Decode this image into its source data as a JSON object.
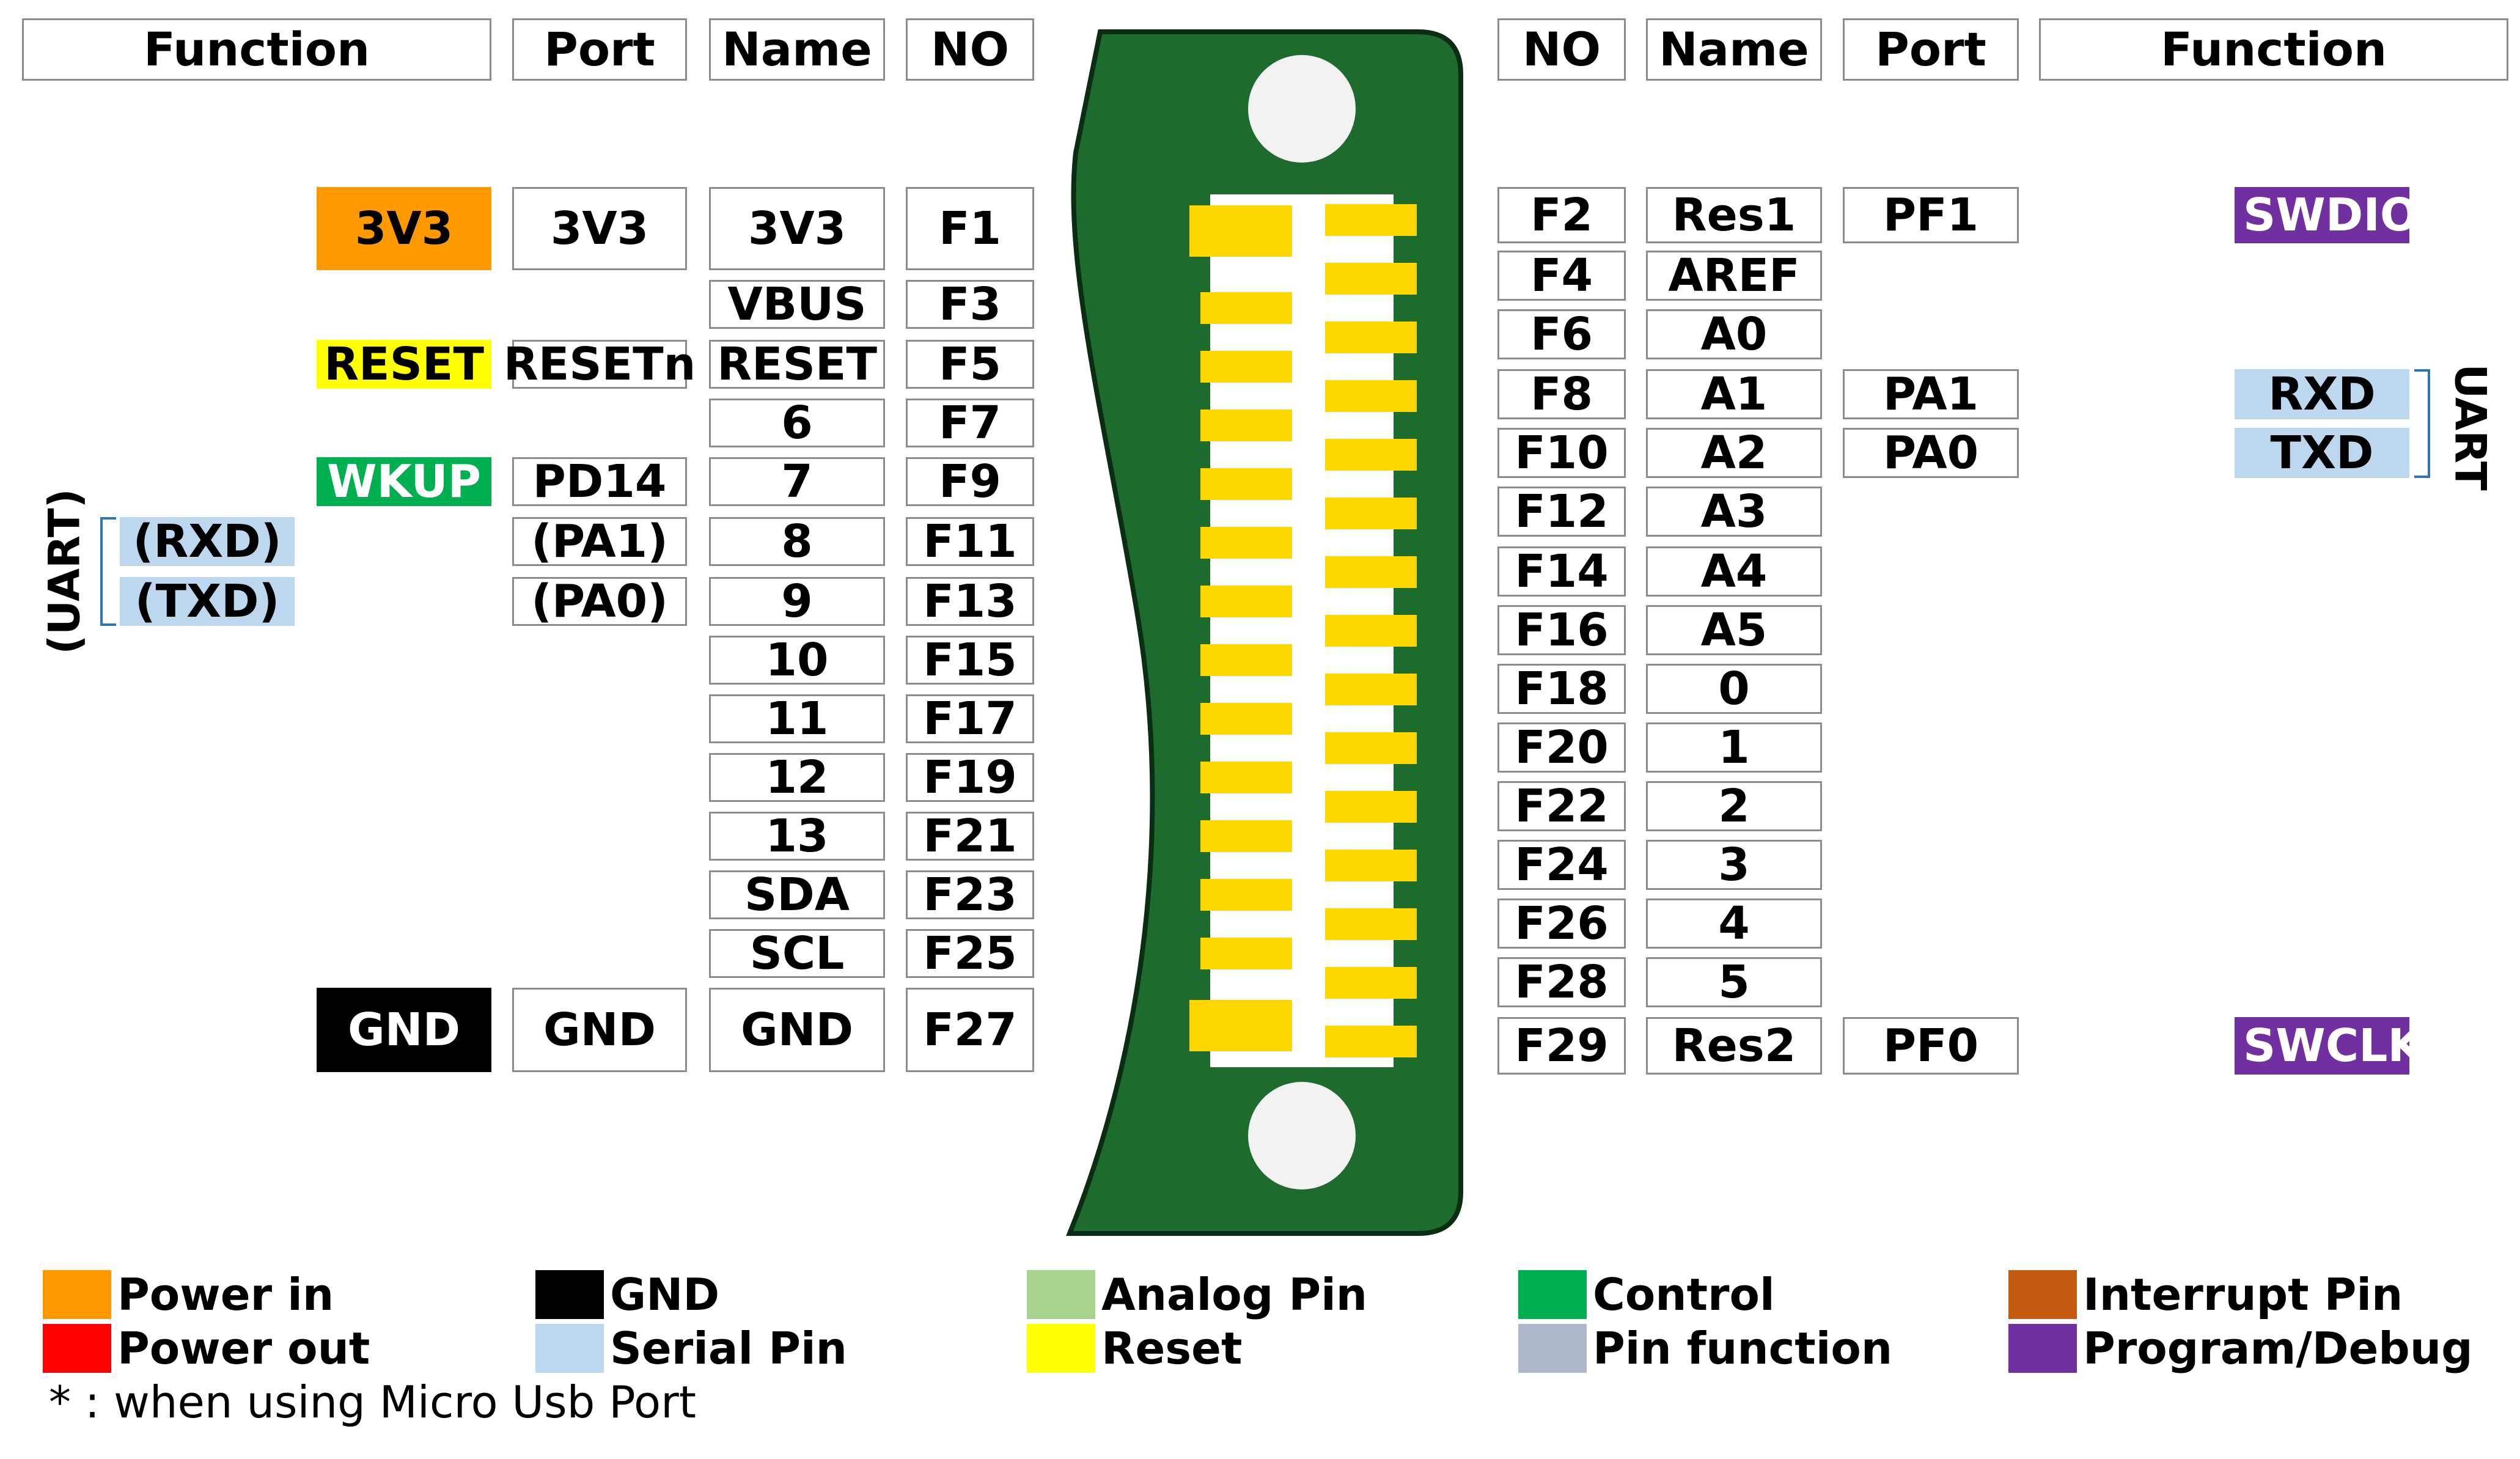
{
  "headers": {
    "left": {
      "function": "Function",
      "port": "Port",
      "name": "Name",
      "no": "NO"
    },
    "right": {
      "no": "NO",
      "name": "Name",
      "port": "Port",
      "function": "Function"
    }
  },
  "left_pins": [
    {
      "no": "F1",
      "name": "3V3",
      "port": "3V3",
      "function": "3V3"
    },
    {
      "no": "F3",
      "name": "VBUS",
      "port": "",
      "function": ""
    },
    {
      "no": "F5",
      "name": "RESET",
      "port": "RESETn",
      "function": "RESET"
    },
    {
      "no": "F7",
      "name": "6",
      "port": "",
      "function": ""
    },
    {
      "no": "F9",
      "name": "7",
      "port": "PD14",
      "function": "WKUP"
    },
    {
      "no": "F11",
      "name": "8",
      "port": "(PA1)",
      "function": "(RXD)"
    },
    {
      "no": "F13",
      "name": "9",
      "port": "(PA0)",
      "function": "(TXD)"
    },
    {
      "no": "F15",
      "name": "10",
      "port": "",
      "function": ""
    },
    {
      "no": "F17",
      "name": "11",
      "port": "",
      "function": ""
    },
    {
      "no": "F19",
      "name": "12",
      "port": "",
      "function": ""
    },
    {
      "no": "F21",
      "name": "13",
      "port": "",
      "function": ""
    },
    {
      "no": "F23",
      "name": "SDA",
      "port": "",
      "function": ""
    },
    {
      "no": "F25",
      "name": "SCL",
      "port": "",
      "function": ""
    },
    {
      "no": "F27",
      "name": "GND",
      "port": "GND",
      "function": "GND"
    }
  ],
  "right_pins": [
    {
      "no": "F2",
      "name": "Res1",
      "port": "PF1",
      "function": "SWDIO"
    },
    {
      "no": "F4",
      "name": "AREF",
      "port": "",
      "function": ""
    },
    {
      "no": "F6",
      "name": "A0",
      "port": "",
      "function": ""
    },
    {
      "no": "F8",
      "name": "A1",
      "port": "PA1",
      "function": "RXD"
    },
    {
      "no": "F10",
      "name": "A2",
      "port": "PA0",
      "function": "TXD"
    },
    {
      "no": "F12",
      "name": "A3",
      "port": "",
      "function": ""
    },
    {
      "no": "F14",
      "name": "A4",
      "port": "",
      "function": ""
    },
    {
      "no": "F16",
      "name": "A5",
      "port": "",
      "function": ""
    },
    {
      "no": "F18",
      "name": "0",
      "port": "",
      "function": ""
    },
    {
      "no": "F20",
      "name": "1",
      "port": "",
      "function": ""
    },
    {
      "no": "F22",
      "name": "2",
      "port": "",
      "function": ""
    },
    {
      "no": "F24",
      "name": "3",
      "port": "",
      "function": ""
    },
    {
      "no": "F26",
      "name": "4",
      "port": "",
      "function": ""
    },
    {
      "no": "F28",
      "name": "5",
      "port": "",
      "function": ""
    },
    {
      "no": "F29",
      "name": "Res2",
      "port": "PF0",
      "function": "SWCLK"
    }
  ],
  "uart_labels": {
    "left": "(UART)",
    "right": "UART"
  },
  "legend": [
    {
      "label": "Power in",
      "color": "#ff9900"
    },
    {
      "label": "Power out",
      "color": "#ff0000"
    },
    {
      "label": "GND",
      "color": "#000000"
    },
    {
      "label": "Serial Pin",
      "color": "#bdd7ee"
    },
    {
      "label": "Analog Pin",
      "color": "#a9d18e"
    },
    {
      "label": "Reset",
      "color": "#ffff00"
    },
    {
      "label": "Control",
      "color": "#00b050"
    },
    {
      "label": "Pin function",
      "color": "#adb9ca"
    },
    {
      "label": "Interrupt Pin",
      "color": "#c55a11"
    },
    {
      "label": "Program/Debug",
      "color": "#7030a0"
    }
  ],
  "footnote": "* : when using Micro Usb Port",
  "colors": {
    "board_green": "#1e6b2e",
    "pad_yellow": "#ffd700",
    "power_in": "#ff9900",
    "reset": "#ffff00",
    "control": "#00b050",
    "gnd": "#000000",
    "serial": "#bdd7ee",
    "program_debug": "#7030a0",
    "cell_border": "#8c8c8c",
    "bracket_blue": "#2e75b6"
  }
}
